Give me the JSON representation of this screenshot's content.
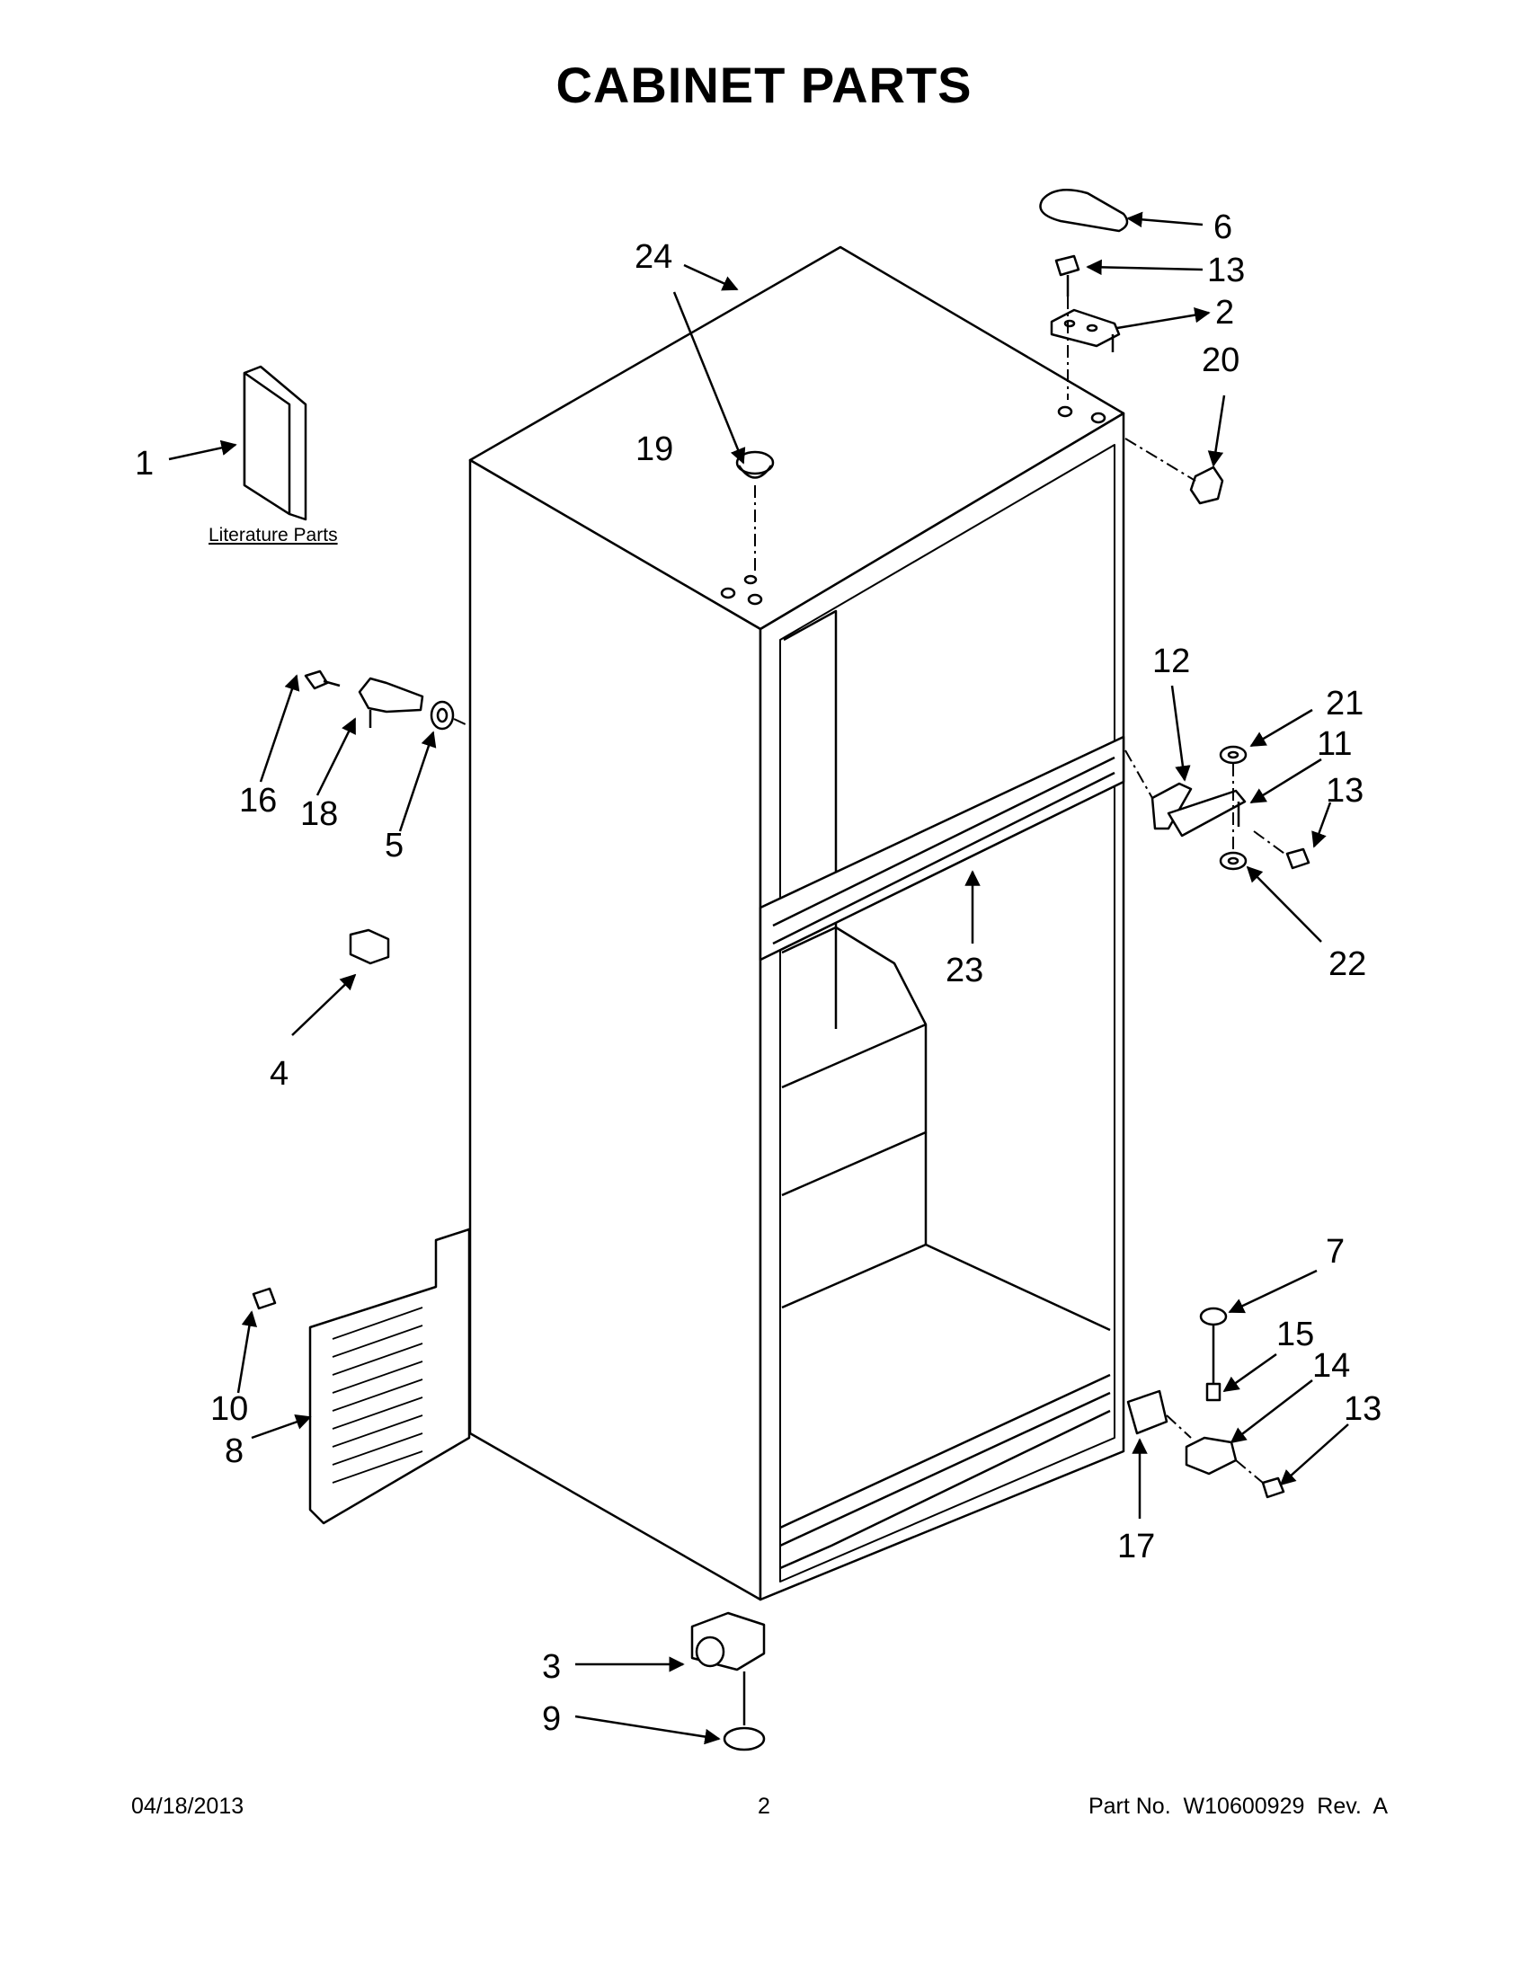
{
  "title": "CABINET PARTS",
  "literature_label": "Literature Parts",
  "callouts": {
    "c1": "1",
    "c2": "2",
    "c3": "3",
    "c4": "4",
    "c5": "5",
    "c6": "6",
    "c7": "7",
    "c8": "8",
    "c9": "9",
    "c10": "10",
    "c11": "11",
    "c12": "12",
    "c13a": "13",
    "c13b": "13",
    "c13c": "13",
    "c14": "14",
    "c15": "15",
    "c16": "16",
    "c17": "17",
    "c18": "18",
    "c19": "19",
    "c20": "20",
    "c21": "21",
    "c22": "22",
    "c23": "23",
    "c24": "24"
  },
  "footer": {
    "date": "04/18/2013",
    "page": "2",
    "part_no": "Part No.  W10600929  Rev.  A"
  }
}
